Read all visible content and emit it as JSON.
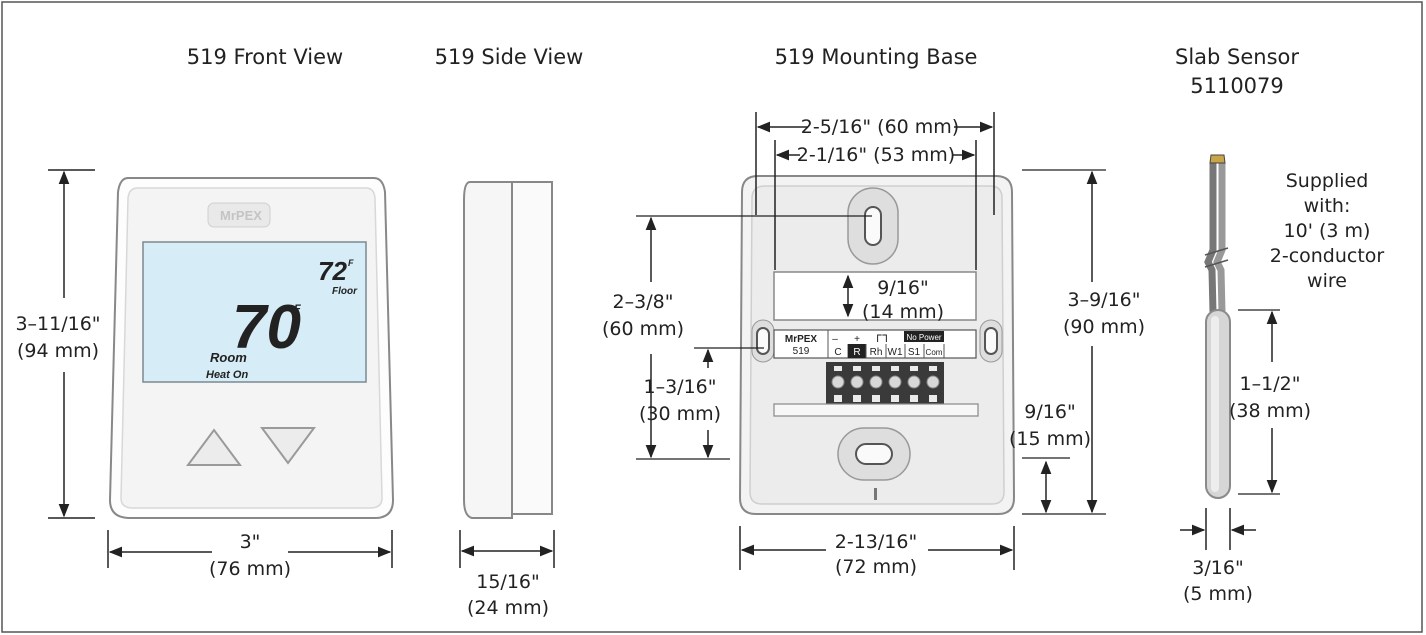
{
  "views": {
    "front": "519 Front View",
    "side": "519 Side View",
    "base": "519 Mounting Base",
    "sensor_line1": "Slab Sensor",
    "sensor_line2": "5110079"
  },
  "front": {
    "brand": "MrPEX",
    "main_temp": "70",
    "main_unit": "F",
    "floor_temp": "72",
    "floor_unit": "F",
    "floor_label": "Floor",
    "room_label": "Room",
    "status": "Heat On",
    "height_in": "3–11/16\"",
    "height_mm": "(94 mm)",
    "width_in": "3\"",
    "width_mm": "(76 mm)"
  },
  "side": {
    "depth_in": "15/16\"",
    "depth_mm": "(24 mm)"
  },
  "base": {
    "outer_width_in": "2-5/16\" (60 mm)",
    "inner_width_in": "2-1/16\" (53 mm)",
    "slot_in": "9/16\"",
    "slot_mm": "(14 mm)",
    "left_tall_in": "2–3/8\"",
    "left_tall_mm": "(60 mm)",
    "left_short_in": "1–3/16\"",
    "left_short_mm": "(30 mm)",
    "right_tall_in": "3–9/16\"",
    "right_tall_mm": "(90 mm)",
    "right_short_in": "9/16\"",
    "right_short_mm": "(15 mm)",
    "bottom_in": "2-13/16\"",
    "bottom_mm": "(72 mm)",
    "terminal_brand": "MrPEX",
    "model": "519",
    "no_power": "No Power",
    "terminals": [
      "C",
      "R",
      "Rh",
      "W1",
      "S1",
      "Com"
    ]
  },
  "sensor": {
    "supplied_line1": "Supplied",
    "supplied_line2": "with:",
    "supplied_line3": "10' (3 m)",
    "supplied_line4": "2-conductor",
    "supplied_line5": "wire",
    "length_in": "1–1/2\"",
    "length_mm": "(38 mm)",
    "dia_in": "3/16\"",
    "dia_mm": "(5 mm)"
  },
  "colors": {
    "frame": "#333333",
    "lcd": "#d6ecf6",
    "housing": "#f3f3f3",
    "terminal_block": "#3a3a3a"
  }
}
